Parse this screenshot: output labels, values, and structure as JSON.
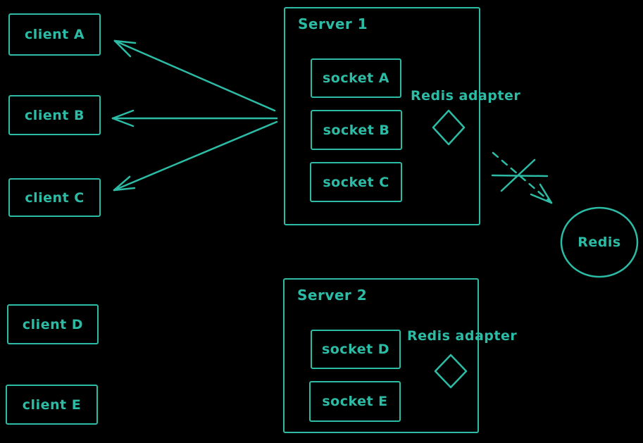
{
  "theme": {
    "background": "#000000",
    "stroke": "#2cbca6"
  },
  "clients": [
    {
      "label": "client A"
    },
    {
      "label": "client B"
    },
    {
      "label": "client C"
    },
    {
      "label": "client D"
    },
    {
      "label": "client E"
    }
  ],
  "servers": [
    {
      "title": "Server 1",
      "adapter_label": "Redis adapter",
      "sockets": [
        {
          "label": "socket A"
        },
        {
          "label": "socket B"
        },
        {
          "label": "socket C"
        }
      ]
    },
    {
      "title": "Server 2",
      "adapter_label": "Redis adapter",
      "sockets": [
        {
          "label": "socket D"
        },
        {
          "label": "socket E"
        }
      ]
    }
  ],
  "redis": {
    "label": "Redis"
  }
}
